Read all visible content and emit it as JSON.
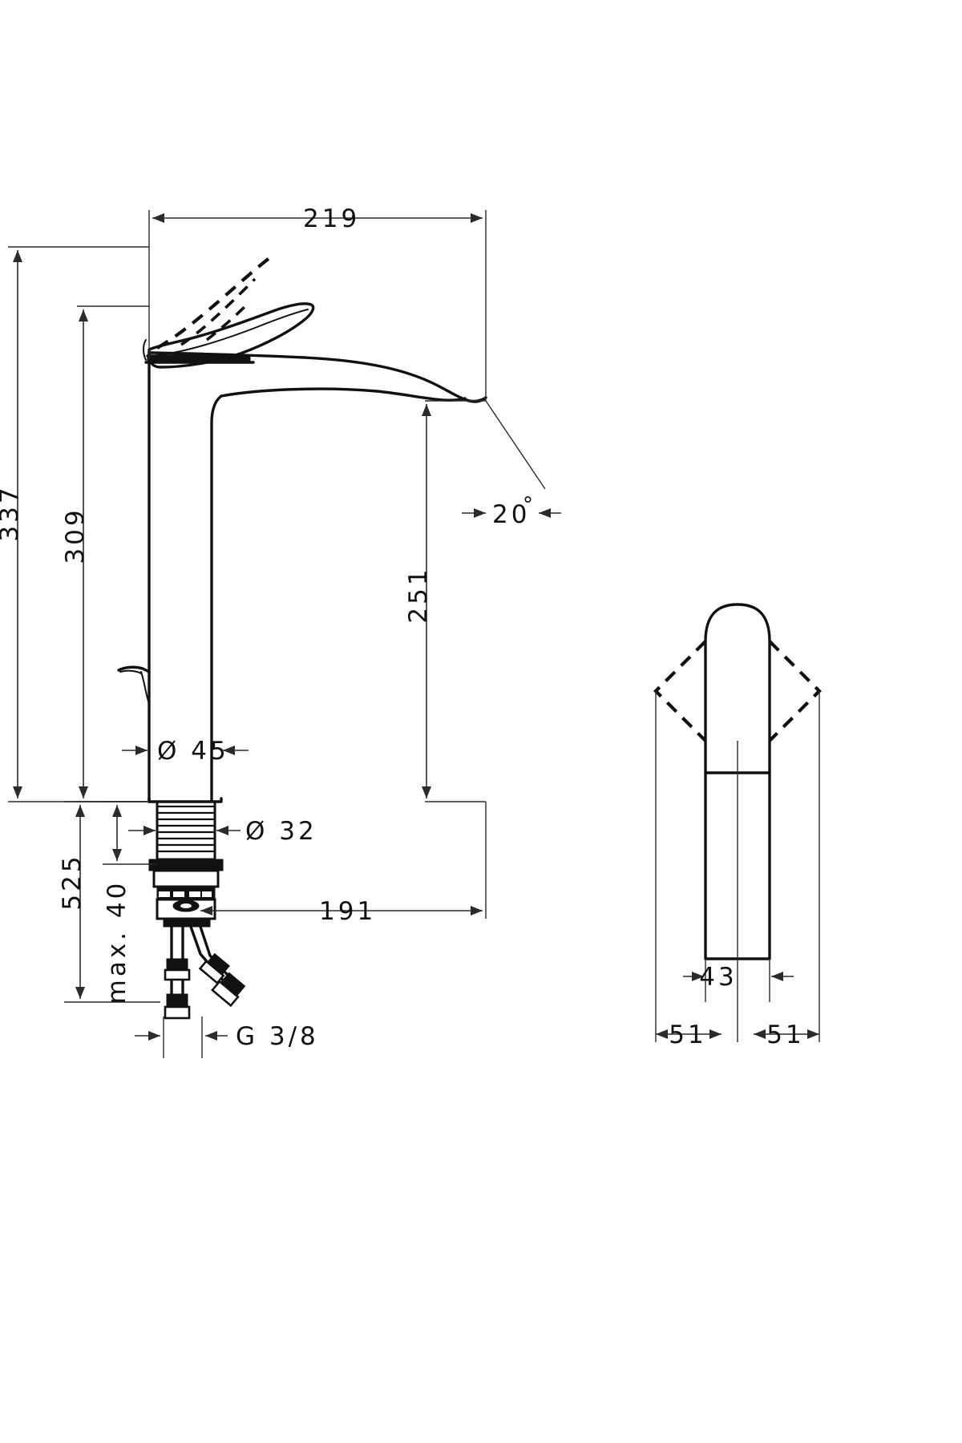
{
  "drawing": {
    "title": "Tall vessel basin mixer dimensional drawing",
    "units": "mm",
    "line_color": "#111111",
    "background": "#ffffff"
  },
  "views": {
    "front": {
      "name": "front-elevation"
    },
    "side": {
      "name": "side-elevation"
    }
  },
  "dimensions": {
    "spout_reach": "219",
    "total_height": "337",
    "lever_up_height": "309",
    "spout_height": "251",
    "install_total": "525",
    "max_thickness": "max. 40",
    "body_diameter": "Ø 45",
    "thread_diameter": "Ø 32",
    "hose_length": "191",
    "spout_angle": "20",
    "angle_symbol": "°",
    "connection_thread": "G 3/8",
    "side_body_width": "43",
    "side_lever_left": "51",
    "side_lever_right": "51"
  },
  "labels": [
    {
      "id": "dim-219",
      "text": "219"
    },
    {
      "id": "dim-337",
      "text": "337"
    },
    {
      "id": "dim-309",
      "text": "309"
    },
    {
      "id": "dim-251",
      "text": "251"
    },
    {
      "id": "dim-525",
      "text": "525"
    },
    {
      "id": "dim-max-40",
      "text": "max. 40"
    },
    {
      "id": "dim-d45",
      "text": "Ø 45"
    },
    {
      "id": "dim-d32",
      "text": "Ø 32"
    },
    {
      "id": "dim-191",
      "text": "191"
    },
    {
      "id": "dim-20deg",
      "text": "20"
    },
    {
      "id": "dim-g38",
      "text": "G 3/8"
    },
    {
      "id": "dim-43",
      "text": "43"
    },
    {
      "id": "dim-51-left",
      "text": "51"
    },
    {
      "id": "dim-51-right",
      "text": "51"
    }
  ]
}
